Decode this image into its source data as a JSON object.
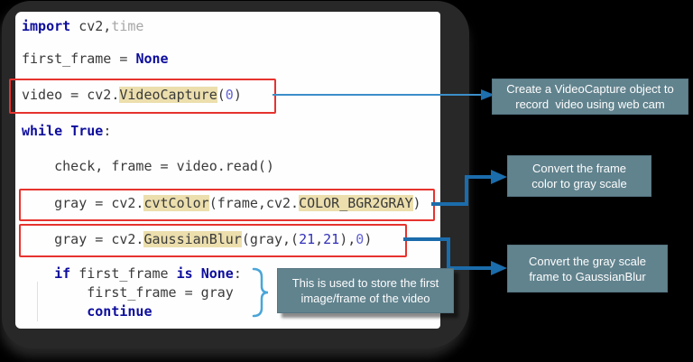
{
  "code": {
    "lines": [
      [
        {
          "t": "import",
          "s": "kw"
        },
        {
          "t": " cv2,",
          "s": "pl"
        },
        {
          "t": "time",
          "s": "mut"
        }
      ],
      [
        {
          "t": "first_frame = ",
          "s": "pl"
        },
        {
          "t": "None",
          "s": "kw"
        }
      ],
      [
        {
          "t": "video = cv2.",
          "s": "pl"
        },
        {
          "t": "VideoCapture",
          "s": "hl"
        },
        {
          "t": "(",
          "s": "pl"
        },
        {
          "t": "0",
          "s": "n0"
        },
        {
          "t": ")",
          "s": "pl"
        }
      ],
      [
        {
          "t": "while",
          "s": "kw"
        },
        {
          "t": " ",
          "s": "pl"
        },
        {
          "t": "True",
          "s": "kw"
        },
        {
          "t": ":",
          "s": "pl"
        }
      ],
      [
        {
          "t": "    check, frame = video.read()",
          "s": "pl"
        }
      ],
      [
        {
          "t": "    gray = cv2.",
          "s": "pl"
        },
        {
          "t": "cvtColor",
          "s": "hl"
        },
        {
          "t": "(frame,cv2.",
          "s": "pl"
        },
        {
          "t": "COLOR_BGR2GRAY",
          "s": "hl"
        },
        {
          "t": ")",
          "s": "pl"
        }
      ],
      [
        {
          "t": "    gray = cv2.",
          "s": "pl"
        },
        {
          "t": "GaussianBlur",
          "s": "hl"
        },
        {
          "t": "(gray,(",
          "s": "pl"
        },
        {
          "t": "21",
          "s": "n1"
        },
        {
          "t": ",",
          "s": "pl"
        },
        {
          "t": "21",
          "s": "n1"
        },
        {
          "t": "),",
          "s": "pl"
        },
        {
          "t": "0",
          "s": "n0"
        },
        {
          "t": ")",
          "s": "pl"
        }
      ],
      [
        {
          "t": "    ",
          "s": "pl"
        },
        {
          "t": "if",
          "s": "kw"
        },
        {
          "t": " first_frame ",
          "s": "pl"
        },
        {
          "t": "is",
          "s": "kw"
        },
        {
          "t": " ",
          "s": "pl"
        },
        {
          "t": "None",
          "s": "kw"
        },
        {
          "t": ":",
          "s": "pl"
        }
      ],
      [
        {
          "t": "        first_frame = gray",
          "s": "pl"
        }
      ],
      [
        {
          "t": "        ",
          "s": "pl"
        },
        {
          "t": "continue",
          "s": "kw"
        }
      ]
    ]
  },
  "annotations": {
    "videocapture": "Create a VideoCapture object to\nrecord  video using web cam",
    "cvtcolor": "Convert the frame\ncolor to gray scale",
    "gaussianblur": "Convert the gray scale\nframe to GaussianBlur",
    "firstframe": "This is used to store the first\nimage/frame of the video"
  },
  "colors": {
    "keyword": "#0d0d9d",
    "plain_code": "#3a3a3a",
    "muted_code": "#a6a6a6",
    "token_highlight_bg": "#ecdfad",
    "number_dark": "#2f2fb8",
    "number_light": "#6363d6",
    "red_box_border": "#e6332e",
    "arrow_blue": "#1b6cab",
    "brace_blue": "#49a5d8",
    "callout_bg": "#61838e",
    "callout_text": "#fdfdfd",
    "device_frame": "#282828",
    "code_panel": "#fefefe",
    "background": "#000000"
  }
}
